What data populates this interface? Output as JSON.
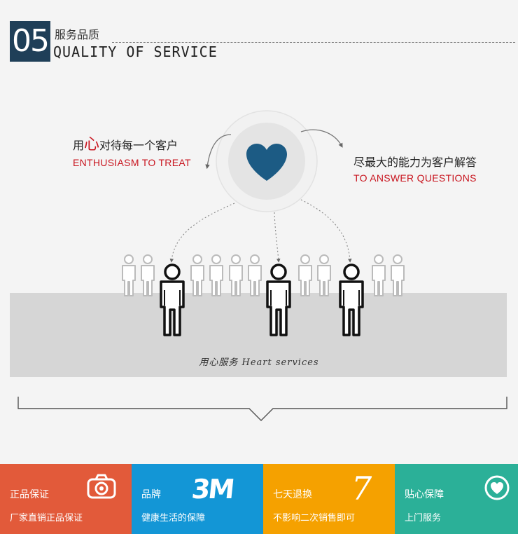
{
  "header": {
    "number": "05",
    "title_cn": "服务品质",
    "title_en": "QUALITY OF SERVICE"
  },
  "diagram": {
    "left_caption": {
      "prefix": "用",
      "highlight": "心",
      "suffix": "对待每一个客户",
      "english": "ENTHUSIASM TO TREAT"
    },
    "right_caption": {
      "chinese": "尽最大的能力为客户解答",
      "english": "TO ANSWER QUESTIONS"
    },
    "center_icon": "heart-icon",
    "band_label": "用心服务 Heart services"
  },
  "footer": {
    "tiles": [
      {
        "title": "正品保证",
        "subtitle": "厂家直销正品保证",
        "icon": "camera-icon",
        "color": "#e25a3a"
      },
      {
        "title": "品牌",
        "subtitle": "健康生活的保障",
        "icon": "3m-logo",
        "logo_text": "3M",
        "color": "#1396d6"
      },
      {
        "title": "七天退换",
        "subtitle": "不影响二次销售即可",
        "icon": "seven-icon",
        "logo_text": "7",
        "color": "#f5a100"
      },
      {
        "title": "贴心保障",
        "subtitle": "上门服务",
        "icon": "heart-badge-icon",
        "color": "#2bb098"
      }
    ]
  },
  "colors": {
    "header_box": "#1f3f58",
    "heart": "#1c5b84",
    "accent_red": "#c8141e",
    "band": "#d6d6d6"
  }
}
